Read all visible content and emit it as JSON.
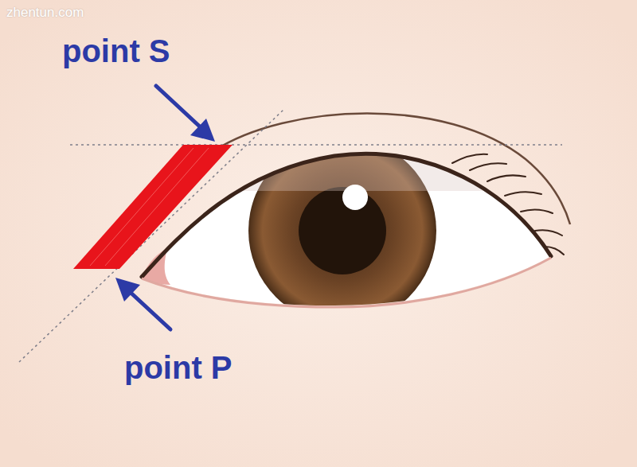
{
  "diagram": {
    "labels": [
      "zhentun.com",
      "point S",
      "point P"
    ]
  }
}
